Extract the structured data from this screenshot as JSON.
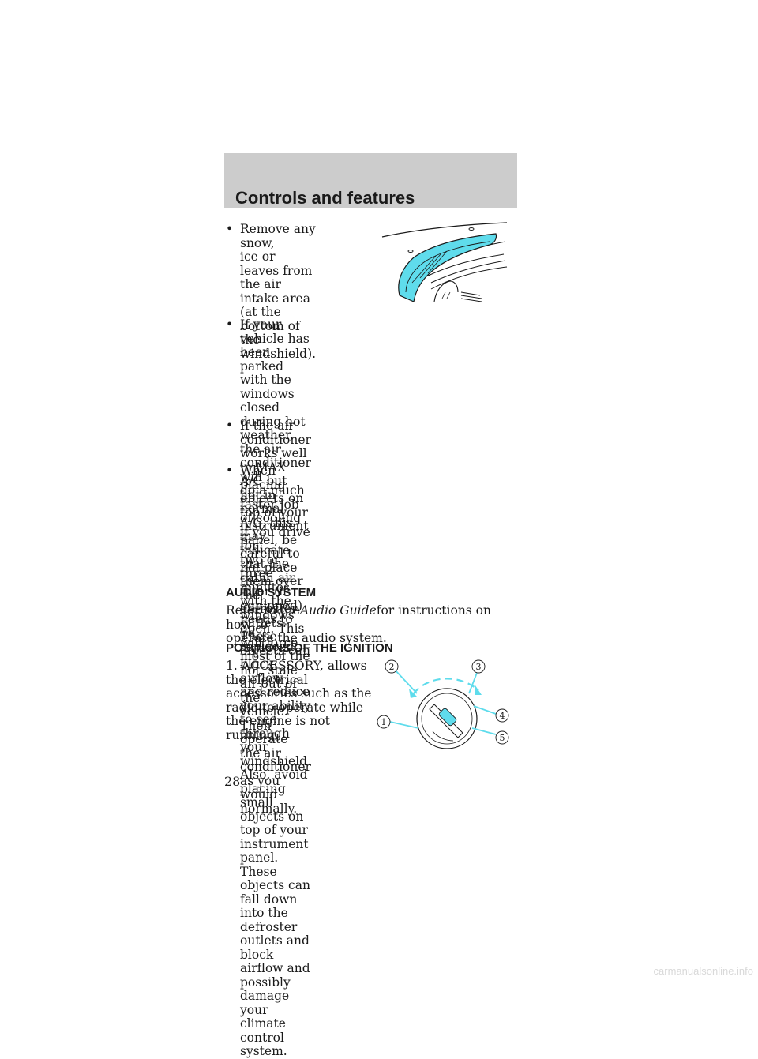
{
  "header": {
    "title": "Controls and features"
  },
  "bullets": [
    {
      "mark": "•",
      "lines": [
        "Remove any snow,",
        "ice or leaves from",
        "the air intake area",
        "(at the bottom of",
        "the windshield)."
      ]
    },
    {
      "mark": "•",
      "lines": [
        "If your vehicle has been parked with the windows",
        "closed during hot weather, the air conditioner will",
        "do a much faster job of cooling if you drive for",
        "two or three minutes with the windows open. This",
        "will force most of the hot, stale air out of the",
        "vehicle. Then operate the air conditioner as you",
        "would normally."
      ]
    },
    {
      "mark": "•",
      "lines": [
        "If the air conditioner works well in MAX A/C but",
        "not in normal A/C, this may indicate that the",
        "cabin air filter (if equipped) needs to be replaced."
      ]
    },
    {
      "mark": "•",
      "lines": [
        "When placing objects on top of your instrument",
        "panel, be careful to not place them over the",
        "defroster outlets. These objects can block airflow",
        "and reduce your ability to see through your",
        "windshield. Also, avoid placing small objects on",
        "top of your instrument panel. These objects can",
        "fall down into the defroster outlets and block",
        "airflow and possibly damage your climate control",
        "system."
      ]
    }
  ],
  "audio": {
    "heading": "AUDIO SYSTEM",
    "line1_before": "Refer to the",
    "line1_italic": "Audio Guide",
    "line1_after": "for instructions on how to",
    "line2": "operate the audio system."
  },
  "ignition": {
    "heading": "POSITIONS OF THE IGNITION",
    "lines": [
      "1. ACCESSORY, allows",
      "the electrical",
      "accessories such as the",
      "radio to operate while",
      "the engine is not",
      "running."
    ],
    "callouts": [
      "1",
      "2",
      "3",
      "4",
      "5"
    ]
  },
  "page_number": "28",
  "footer": "carmanualsonline.info",
  "colors": {
    "header_bg": "#cccccc",
    "accent_cyan": "#5fdcec"
  }
}
